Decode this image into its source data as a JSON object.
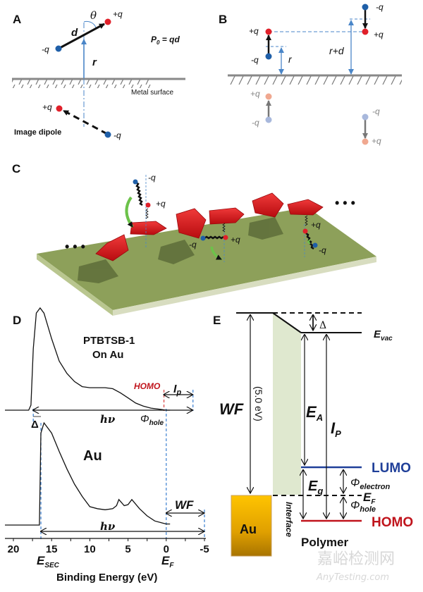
{
  "figure": {
    "panels": {
      "A": {
        "label": "A",
        "theta": "θ",
        "dipole_length": "d",
        "distance": "r",
        "plus_q": "+q",
        "minus_q": "-q",
        "moment_eq_P": "P",
        "moment_eq_sub": "0",
        "moment_eq_rhs": " = qd",
        "surface_label": "Metal surface",
        "image_label": "Image dipole",
        "image_plus_q": "+q",
        "image_minus_q": "-q"
      },
      "B": {
        "label": "B",
        "left_plus_q": "+q",
        "left_minus_q": "-q",
        "left_distance": "r",
        "right_minus_q": "-q",
        "right_plus_q": "+q",
        "right_distance": "r+d",
        "img_left_plus_q": "+q",
        "img_left_minus_q": "-q",
        "img_right_minus_q": "-q",
        "img_right_plus_q": "+q"
      },
      "C": {
        "label": "C",
        "ellipsis": "• • •",
        "ellipsis_right": "• • •",
        "charges": [
          {
            "text": "-q"
          },
          {
            "text": "+q"
          },
          {
            "text": "-q"
          },
          {
            "text": "+q"
          },
          {
            "text": "+q"
          },
          {
            "text": "-q"
          }
        ]
      },
      "D": {
        "label": "D",
        "top_title_1": "PTBTSB-1",
        "top_title_2": "On Au",
        "homo": "HOMO",
        "ip": "I",
        "ip_sub": "p",
        "hv_top": "hν",
        "phi": "Φ",
        "phi_sub": "hole",
        "delta": "Δ",
        "bottom_title": "Au",
        "hv_bottom": "hν",
        "wf": "WF",
        "esec": "E",
        "esec_sub": "SEC",
        "ef": "E",
        "ef_sub": "F",
        "xlabel": "Binding Energy (eV)"
      },
      "E": {
        "label": "E",
        "delta": "Δ",
        "evac": "E",
        "evac_sub": "vac",
        "wf": "WF",
        "wf_value": "(5.0 eV)",
        "ea": "E",
        "ea_sub": "A",
        "ip": "I",
        "ip_sub": "P",
        "lumo": "LUMO",
        "eg": "E",
        "eg_sub": "g",
        "phi_e": "Φ",
        "phi_e_sub": "electron",
        "ef": "E",
        "ef_sub": "F",
        "phi_h": "Φ",
        "phi_h_sub": "hole",
        "homo": "HOMO",
        "metal": "Au",
        "interface": "Interface",
        "polymer": "Polymer"
      }
    },
    "watermark": {
      "cn": "嘉峪检测网",
      "en": "AnyTesting.com"
    },
    "colors": {
      "blue_charge": "#1f5fa8",
      "red_charge": "#e0202a",
      "guide_blue": "#4a86c8",
      "lumo_blue": "#1f3f99",
      "homo_red": "#c0141c",
      "interface_green": "#dfe8cf",
      "substrate_green": "#8da05a",
      "gold": "#e8a800"
    }
  },
  "chart_data": {
    "type": "line",
    "title": "PTBTSB-1 On Au / Au UPS spectra",
    "xlabel": "Binding Energy (eV)",
    "ylabel": "",
    "x_ticks": [
      "20",
      "15",
      "10",
      "5",
      "0",
      "-5"
    ],
    "xlim": [
      21.5,
      -5
    ],
    "x_reversed": true,
    "annotations": [
      "E_SEC",
      "E_F",
      "HOMO",
      "I_p",
      "Φ_hole",
      "Δ",
      "hν",
      "WF"
    ],
    "series": [
      {
        "name": "PTBTSB-1 On Au",
        "x": [
          21.5,
          18.0,
          17.7,
          17.4,
          17.0,
          16.5,
          16.0,
          15.0,
          14.0,
          13.0,
          12.0,
          11.0,
          10.0,
          9.0,
          8.0,
          7.0,
          6.0,
          5.0,
          4.0,
          3.0,
          2.0,
          1.0,
          0.5,
          0.0,
          -0.5
        ],
        "y": [
          0.0,
          0.0,
          0.05,
          0.6,
          0.95,
          1.0,
          0.95,
          0.7,
          0.48,
          0.36,
          0.28,
          0.23,
          0.22,
          0.22,
          0.22,
          0.21,
          0.17,
          0.12,
          0.07,
          0.04,
          0.02,
          0.01,
          0.005,
          0.0,
          0.0
        ]
      },
      {
        "name": "Au",
        "x": [
          21.5,
          16.6,
          16.4,
          16.0,
          15.0,
          14.0,
          13.0,
          12.0,
          11.0,
          10.0,
          9.0,
          8.0,
          7.0,
          6.5,
          6.2,
          5.5,
          5.0,
          4.5,
          3.5,
          2.5,
          1.5,
          0.5,
          0.0,
          -0.5
        ],
        "y": [
          0.0,
          0.0,
          0.9,
          1.0,
          0.9,
          0.72,
          0.55,
          0.4,
          0.28,
          0.18,
          0.16,
          0.15,
          0.16,
          0.19,
          0.25,
          0.19,
          0.2,
          0.25,
          0.16,
          0.09,
          0.04,
          0.02,
          0.01,
          0.01
        ]
      }
    ],
    "reference_lines_ev": {
      "E_SEC": 16.4,
      "E_F": 0.0,
      "HOMO_onset": 0.3,
      "WF_end": -5.0,
      "Ip_end": -3.5,
      "top_cutoff": 17.4
    }
  }
}
